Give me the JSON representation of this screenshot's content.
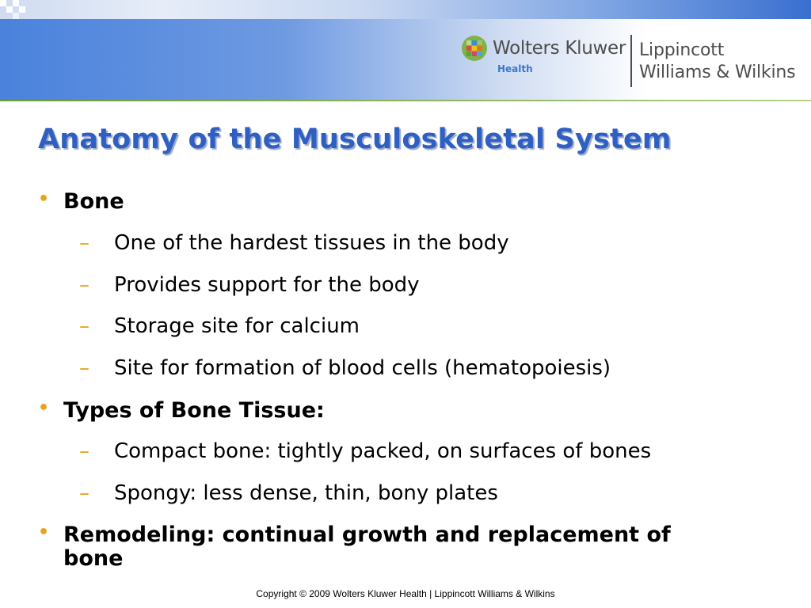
{
  "logo": {
    "company": "Wolters Kluwer",
    "division": "Health",
    "imprint_line1": "Lippincott",
    "imprint_line2": "Williams & Wilkins"
  },
  "title": "Anatomy of the Musculoskeletal System",
  "bullets": [
    {
      "label": "Bone",
      "subitems": [
        "One of the hardest tissues in the body",
        "Provides support for the body",
        "Storage site for calcium",
        "Site for formation of blood cells (hematopoiesis)"
      ]
    },
    {
      "label": "Types of Bone Tissue:",
      "subitems": [
        "Compact bone: tightly packed, on surfaces of bones",
        "Spongy: less dense, thin, bony plates"
      ]
    },
    {
      "label_line1": "Remodeling: continual growth and replacement of",
      "label_line2": "bone"
    }
  ],
  "bullet_glyph": "•",
  "dash_glyph": "–",
  "footer": "Copyright © 2009 Wolters Kluwer Health | Lippincott Williams & Wilkins",
  "colors": {
    "title": "#2e5fc2",
    "bullet": "#e8a21c",
    "header_blue": "#4a82dc",
    "rule_green": "#6a9a3c"
  }
}
